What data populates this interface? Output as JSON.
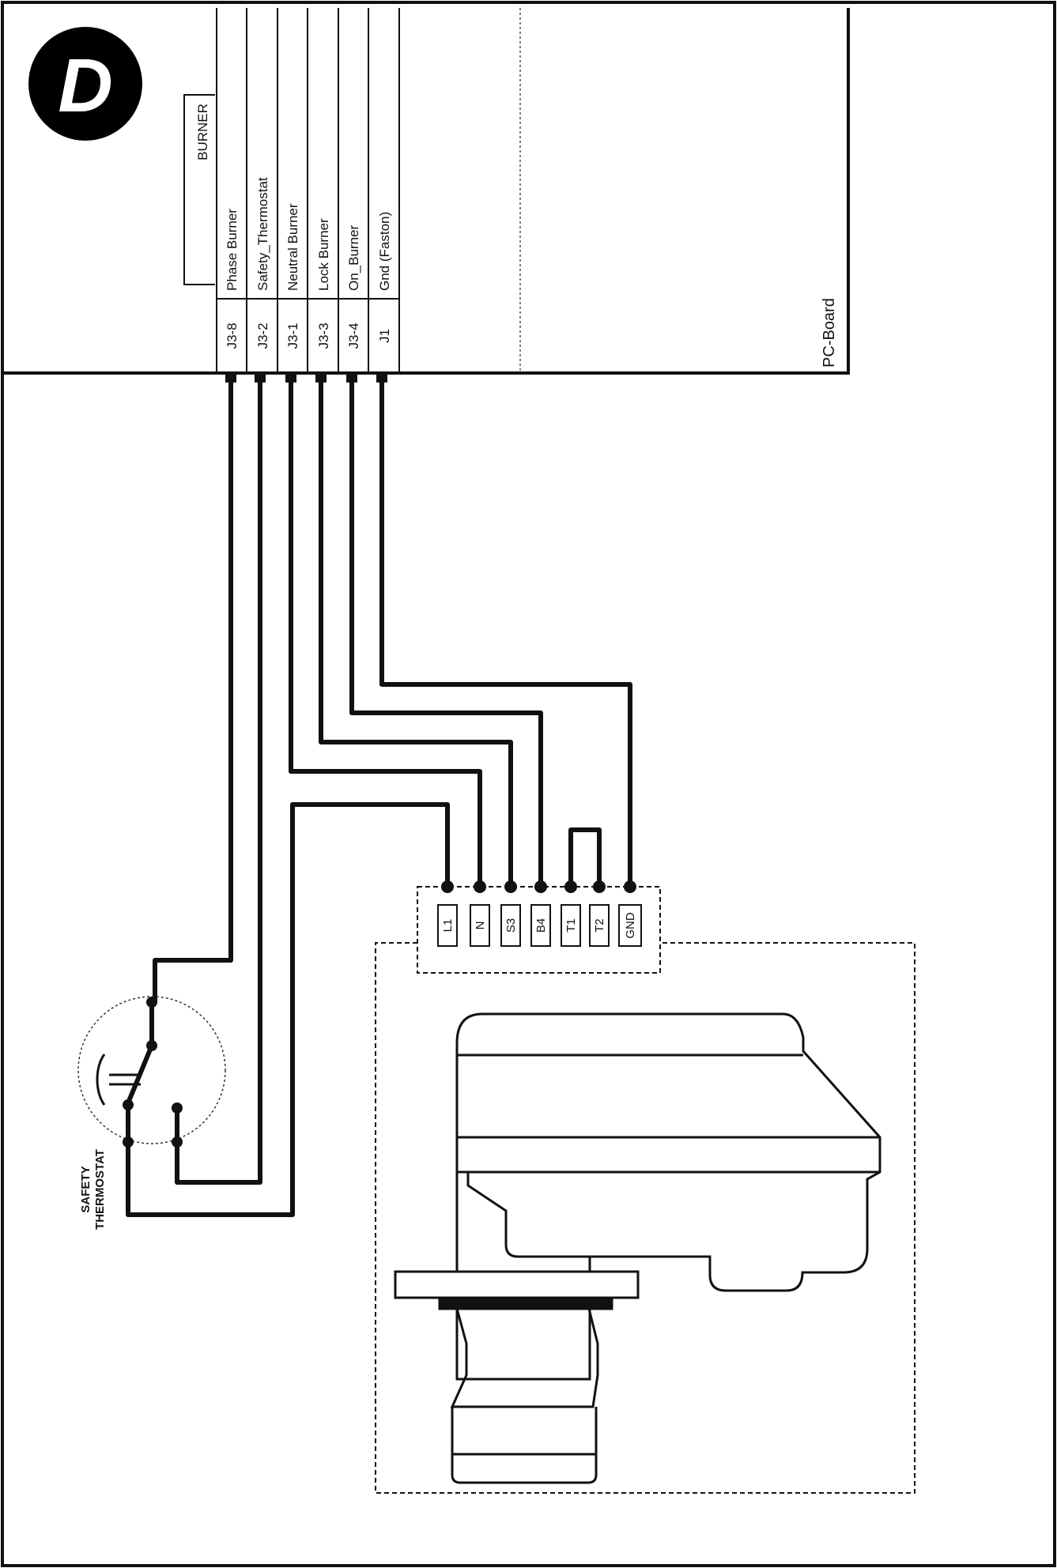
{
  "badge": {
    "letter": "D"
  },
  "board": {
    "title": "PC-Board",
    "group_label": "BURNER",
    "pins": [
      {
        "id": "J3-8",
        "signal": "Phase Burner"
      },
      {
        "id": "J3-2",
        "signal": "Safety_Thermostat"
      },
      {
        "id": "J3-1",
        "signal": "Neutral Burner"
      },
      {
        "id": "J3-3",
        "signal": "Lock Burner"
      },
      {
        "id": "J3-4",
        "signal": "On_Burner"
      },
      {
        "id": "J1",
        "signal": "Gnd (Faston)"
      }
    ]
  },
  "burner_terminals": [
    "L1",
    "N",
    "S3",
    "B4",
    "T1",
    "T2",
    "GND"
  ],
  "thermostat": {
    "label_line1": "SAFETY",
    "label_line2": "THERMOSTAT"
  },
  "colors": {
    "line": "#111111",
    "background": "#ffffff"
  }
}
